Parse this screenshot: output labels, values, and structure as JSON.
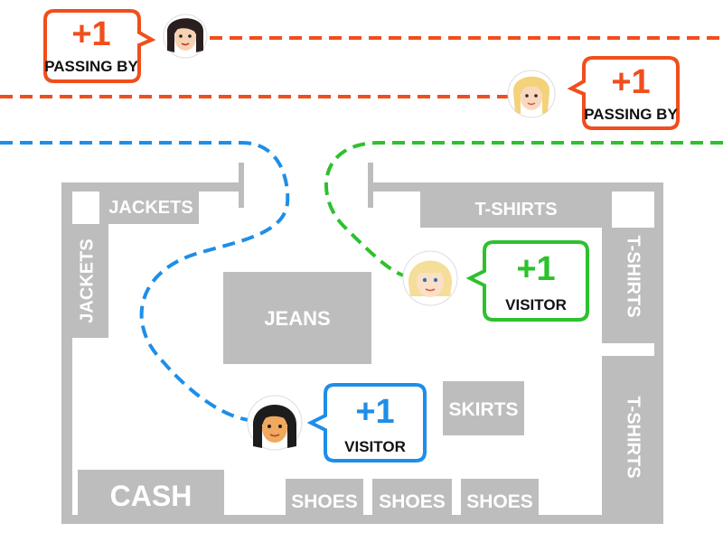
{
  "colors": {
    "passing_by": "#f04e1c",
    "visitor_blue": "#1e8ee8",
    "visitor_green": "#2dc12d",
    "store_gray": "#bdbdbd",
    "label_white": "#ffffff"
  },
  "store": {
    "jackets_top": "JACKETS",
    "jackets_side": "JACKETS",
    "tshirts_top": "T-SHIRTS",
    "tshirts_side_upper": "T-SHIRTS",
    "tshirts_side_lower": "T-SHIRTS",
    "jeans": "JEANS",
    "skirts": "SKIRTS",
    "cash": "CASH",
    "shoes_1": "SHOES",
    "shoes_2": "SHOES",
    "shoes_3": "SHOES"
  },
  "bubbles": {
    "passing_1": {
      "count": "+1",
      "caption": "PASSING BY"
    },
    "passing_2": {
      "count": "+1",
      "caption": "PASSING BY"
    },
    "visitor_green": {
      "count": "+1",
      "caption": "VISITOR"
    },
    "visitor_blue": {
      "count": "+1",
      "caption": "VISITOR"
    }
  },
  "icons": [
    "woman-dark-hair-avatar-icon",
    "woman-blonde-braids-avatar-icon",
    "woman-blonde-bob-avatar-icon",
    "woman-black-hair-avatar-icon"
  ]
}
